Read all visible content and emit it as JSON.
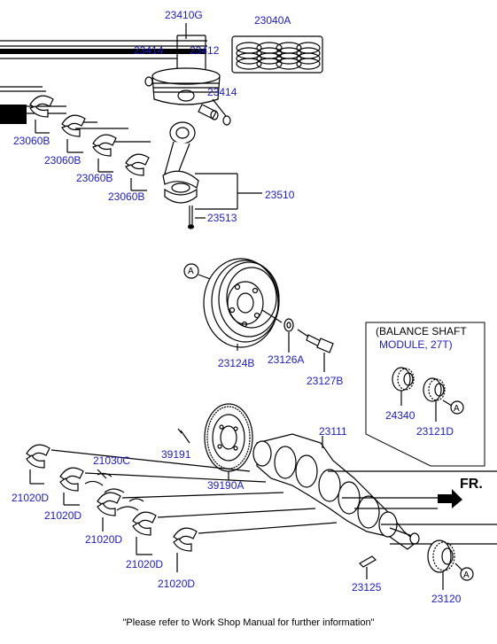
{
  "parts": {
    "p23410G": "23410G",
    "p23040A": "23040A",
    "p23414_a": "23414",
    "p23412": "23412",
    "p23414_b": "23414",
    "p23060B_1": "23060B",
    "p23060B_2": "23060B",
    "p23060B_3": "23060B",
    "p23060B_4": "23060B",
    "p23510": "23510",
    "p23513": "23513",
    "p23124B": "23124B",
    "p23126A": "23126A",
    "p23127B": "23127B",
    "p24340": "24340",
    "p23121D": "23121D",
    "p23111": "23111",
    "p39191": "39191",
    "p39190A": "39190A",
    "p21030C": "21030C",
    "p21020D_1": "21020D",
    "p21020D_2": "21020D",
    "p21020D_3": "21020D",
    "p21020D_4": "21020D",
    "p21020D_5": "21020D",
    "p23125": "23125",
    "p23120": "23120"
  },
  "balance_shaft": {
    "title": "(BALANCE SHAFT",
    "subtitle": "MODULE, 27T)"
  },
  "markers": {
    "ref_a": "A"
  },
  "front_label": "FR.",
  "footer_note": "\"Please refer to Work Shop Manual for further information\""
}
